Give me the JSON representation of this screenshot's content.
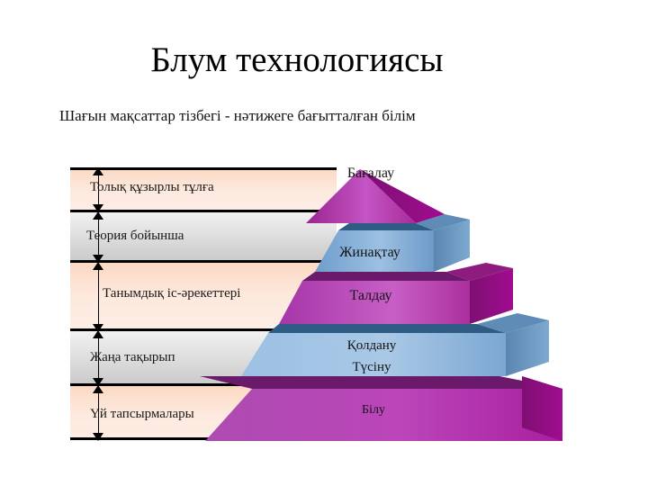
{
  "slide": {
    "title": "Блум технологиясы",
    "subtitle": "Шағын мақсаттар тізбегі - нәтижеге бағытталған білім"
  },
  "bands": {
    "items": [
      {
        "label": "Толық құзырлы тұлға",
        "style": "peach"
      },
      {
        "label": "Теория бойынша",
        "style": "gray"
      },
      {
        "label": "Танымдық іс-әрекеттері",
        "style": "peach"
      },
      {
        "label": "Жаңа тақырып",
        "style": "gray"
      },
      {
        "label": "Үй тапсырмалары",
        "style": "peach"
      }
    ],
    "colors": {
      "peach": "#fde8dc",
      "gray": "#e2e2e2",
      "rule": "#000000",
      "left_edge": "#e8a06a"
    }
  },
  "pyramid": {
    "levels": [
      {
        "label": "Бағалау",
        "color": "#b02d97"
      },
      {
        "label": "Жинақтау",
        "color": "#7ba6d4"
      },
      {
        "label": "Талдау",
        "color": "#b63fad"
      },
      {
        "label": "Қолдану",
        "color": "#9dbfe0"
      },
      {
        "label": "Түсіну",
        "color": "#9dbfe0"
      },
      {
        "label": "Білу",
        "color": "#b846b6"
      }
    ],
    "colors": {
      "magenta_light": "#c355c0",
      "magenta_dark": "#8e1b7e",
      "blue_light": "#a8c6e4",
      "blue_dark": "#5a84ad",
      "purple_rim": "#6b1a6b"
    }
  }
}
